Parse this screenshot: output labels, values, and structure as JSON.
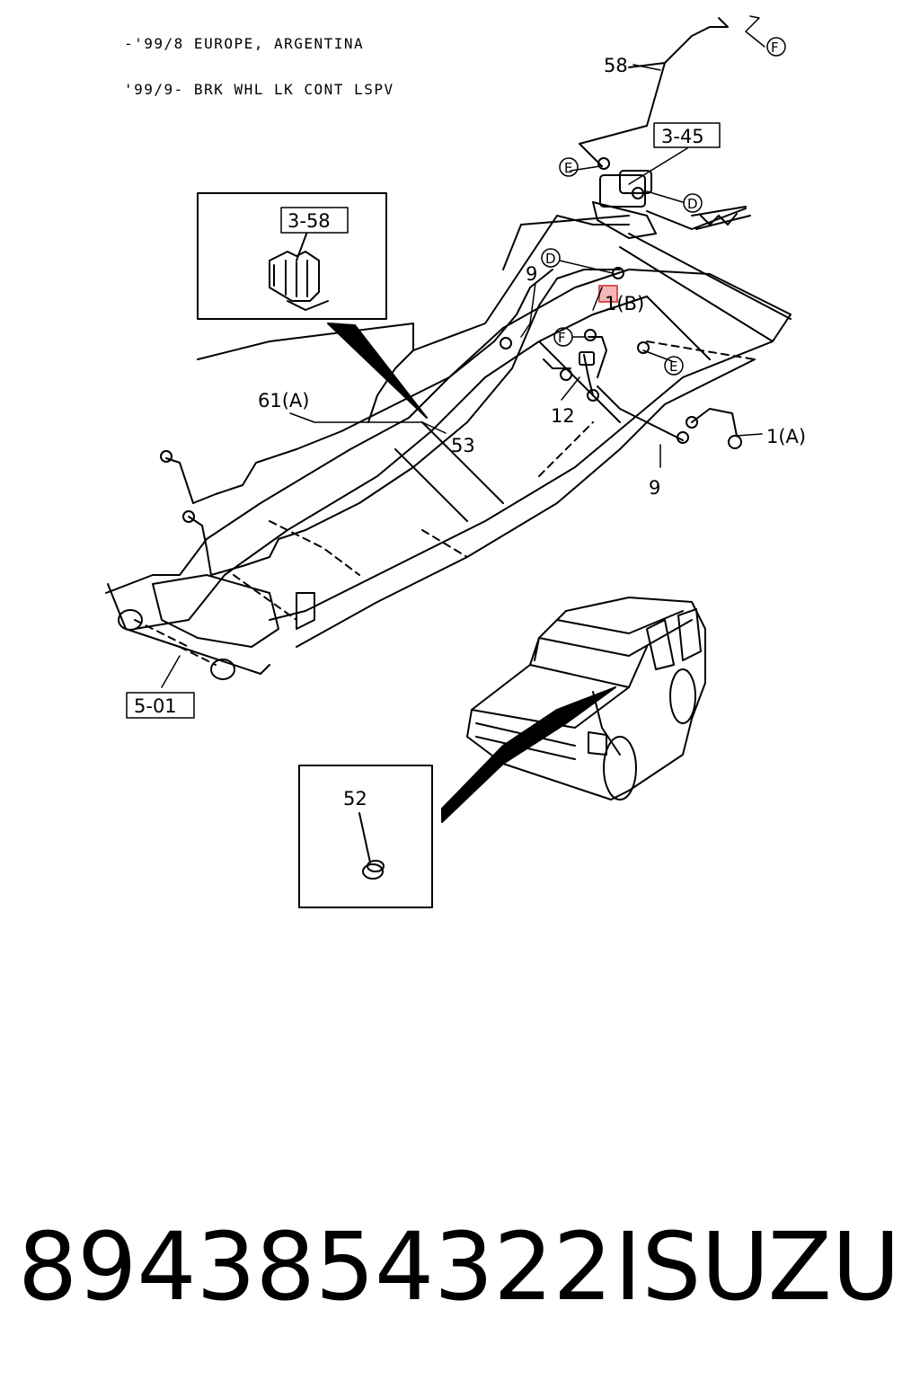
{
  "header": {
    "line1": "-'99/8 EUROPE, ARGENTINA",
    "line2": "'99/9- BRK WHL LK CONT LSPV"
  },
  "callouts": {
    "c58": "58",
    "c345": "3-45",
    "c358": "3-58",
    "c9a": "9",
    "c1b": "1(B)",
    "c12": "12",
    "c61a": "61(A)",
    "c53": "53",
    "c1a": "1(A)",
    "c9b": "9",
    "c501": "5-01",
    "c52": "52"
  },
  "circle_labels": {
    "F": "F",
    "E": "E",
    "D": "D"
  },
  "highlight_color": "#e05050",
  "footer": {
    "part_number": "8943854322",
    "brand": "ISUZU"
  }
}
